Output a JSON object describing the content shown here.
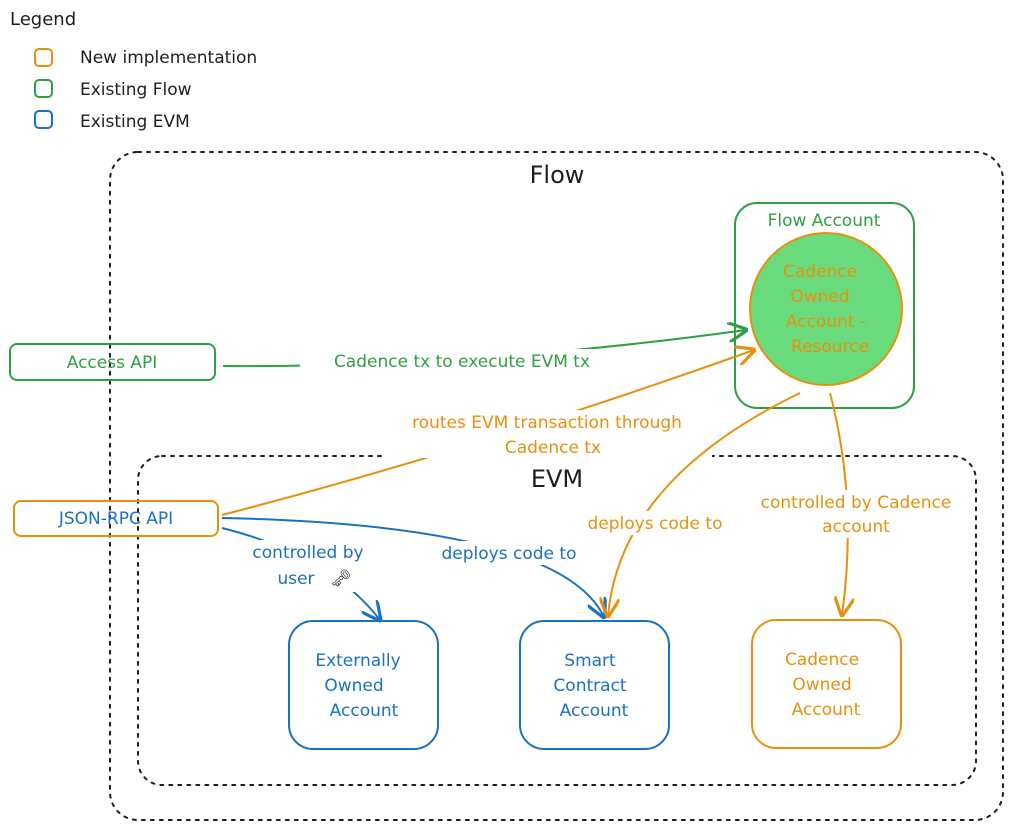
{
  "colors": {
    "orange": "#e8900c",
    "green": "#2f9e44",
    "blue": "#1971c2",
    "black": "#1e1e1e",
    "fill_green": "#69db7c"
  },
  "legend": {
    "title": "Legend",
    "items": [
      {
        "label": "New implementation",
        "color": "#e8900c"
      },
      {
        "label": "Existing Flow",
        "color": "#2f9e44"
      },
      {
        "label": "Existing EVM",
        "color": "#1971c2"
      }
    ]
  },
  "containers": {
    "flow_title": "Flow",
    "evm_title": "EVM"
  },
  "nodes": {
    "flow_account_title": "Flow Account",
    "coa_resource_lines": [
      "Cadence",
      "Owned",
      "Account -",
      "Resource"
    ],
    "access_api": "Access API",
    "json_rpc_api": "JSON-RPC API",
    "eoa_lines": [
      "Externally",
      "Owned",
      "Account"
    ],
    "smart_contract_lines": [
      "Smart",
      "Contract",
      "Account"
    ],
    "coa_lines": [
      "Cadence",
      "Owned",
      "Account"
    ]
  },
  "edge_labels": {
    "cadence_tx": "Cadence tx to execute EVM tx",
    "routes_line1": "routes EVM transaction through",
    "routes_line2": "Cadence tx",
    "controlled_by_user_line1": "controlled by",
    "controlled_by_user_line2": "user",
    "key_icon": "🗝",
    "deploys_blue": "deploys code to",
    "deploys_orange": "deploys code to",
    "controlled_cadence_line1": "controlled by Cadence",
    "controlled_cadence_line2": "account"
  }
}
